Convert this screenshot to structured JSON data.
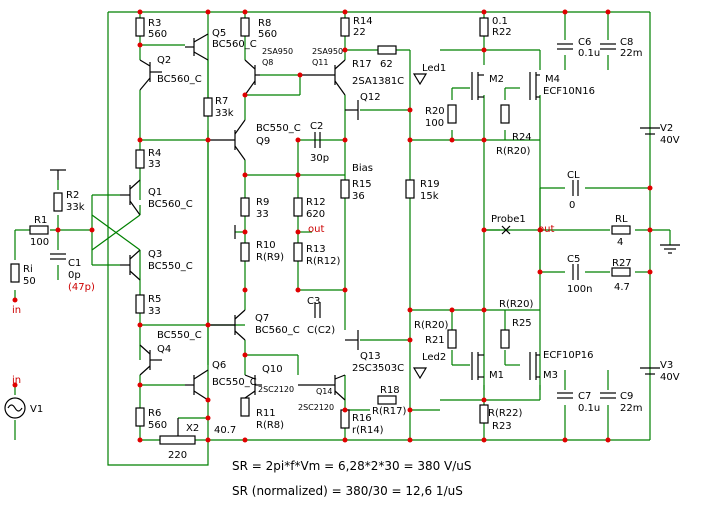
{
  "labels": {
    "R3": "R3",
    "R3v": "560",
    "R8": "R8",
    "R8v": "560",
    "R14": "R14",
    "R14v": "22",
    "R22a": "0.1",
    "R22b": "R22",
    "C6": "C6",
    "C6v": "0.1u",
    "C8": "C8",
    "C8v": "22m",
    "Q5": "Q5",
    "Q5t": "BC560_C",
    "Q2": "Q2",
    "Q2t": "BC560_C",
    "Q8a": "2SA950",
    "Q8": "Q8",
    "Q11a": "2SA950",
    "Q11": "Q11",
    "R17": "R17",
    "R17v": "62",
    "Led1": "Led1",
    "M2": "M2",
    "M4": "M4",
    "ECF10N16": "ECF10N16",
    "Q11t": "2SA1381C",
    "Q12": "Q12",
    "R7": "R7",
    "R7v": "33k",
    "R20": "R20",
    "R20v": "100",
    "R24": "R24",
    "R24v": "R(R20)",
    "V2": "V2",
    "V2v": "40V",
    "Q9t": "BC550_C",
    "Q9": "Q9",
    "C2": "C2",
    "C2v": "30p",
    "R4": "R4",
    "R4v": "33",
    "Bias": "Bias",
    "R15": "R15",
    "R15v": "36",
    "R19": "R19",
    "R19v": "15k",
    "CL": "CL",
    "CLv": "0",
    "R2": "R2",
    "R2v": "33k",
    "Q1": "Q1",
    "Q1t": "BC560_C",
    "R9": "R9",
    "R9v": "33",
    "R12": "R12",
    "R12v": "620",
    "R1": "R1",
    "R1v": "100",
    "Probe1": "Probe1",
    "out1": "out",
    "out2": "out",
    "RL": "RL",
    "RLv": "4",
    "R10": "R10",
    "R10v": "R(R9)",
    "R13": "R13",
    "R13v": "R(R12)",
    "Ri": "Ri",
    "Riv": "50",
    "C1": "C1",
    "C1v": "0p",
    "C1alt": "(47p)",
    "Q3": "Q3",
    "Q3t": "BC550_C",
    "C5": "C5",
    "C5v": "100n",
    "R27": "R27",
    "R27v": "4.7",
    "in1": "in",
    "R5": "R5",
    "R5v": "33",
    "C3": "C3",
    "C3v": "C(C2)",
    "Q7": "Q7",
    "Q7t": "BC560_C",
    "R20b": "R(R20)",
    "R25": "R25",
    "R20c": "R(R20)",
    "R21": "R21",
    "Q4t": "BC550_C",
    "Q4": "Q4",
    "Q13": "Q13",
    "Q13t": "2SC3503C",
    "Led2": "Led2",
    "ECF10P16": "ECF10P16",
    "Q6": "Q6",
    "Q10": "Q10",
    "Q6t": "BC550_C",
    "Q10t": "2SC2120",
    "Q14": "Q14",
    "Q14t": "2SC2120",
    "M1": "M1",
    "M3": "M3",
    "V3": "V3",
    "V3v": "40V",
    "R18": "R18",
    "R18v": "R(R17)",
    "R11": "R11",
    "R11v": "R(R8)",
    "R16": "R16",
    "R16v": "r(R14)",
    "C7": "C7",
    "C7v": "0.1u",
    "C9": "C9",
    "C9v": "22m",
    "R23a": "R(R22)",
    "R23b": "R23",
    "R6": "R6",
    "R6v": "560",
    "X2": "X2",
    "X2v": "220",
    "X2n": "40.7",
    "in2": "in",
    "V1": "V1"
  },
  "notes": {
    "slew1": "SR = 2pi*f*Vm = 6,28*2*30 = 380 V/uS",
    "slew2": "SR (normalized) = 380/30 = 12,6  1/uS"
  }
}
